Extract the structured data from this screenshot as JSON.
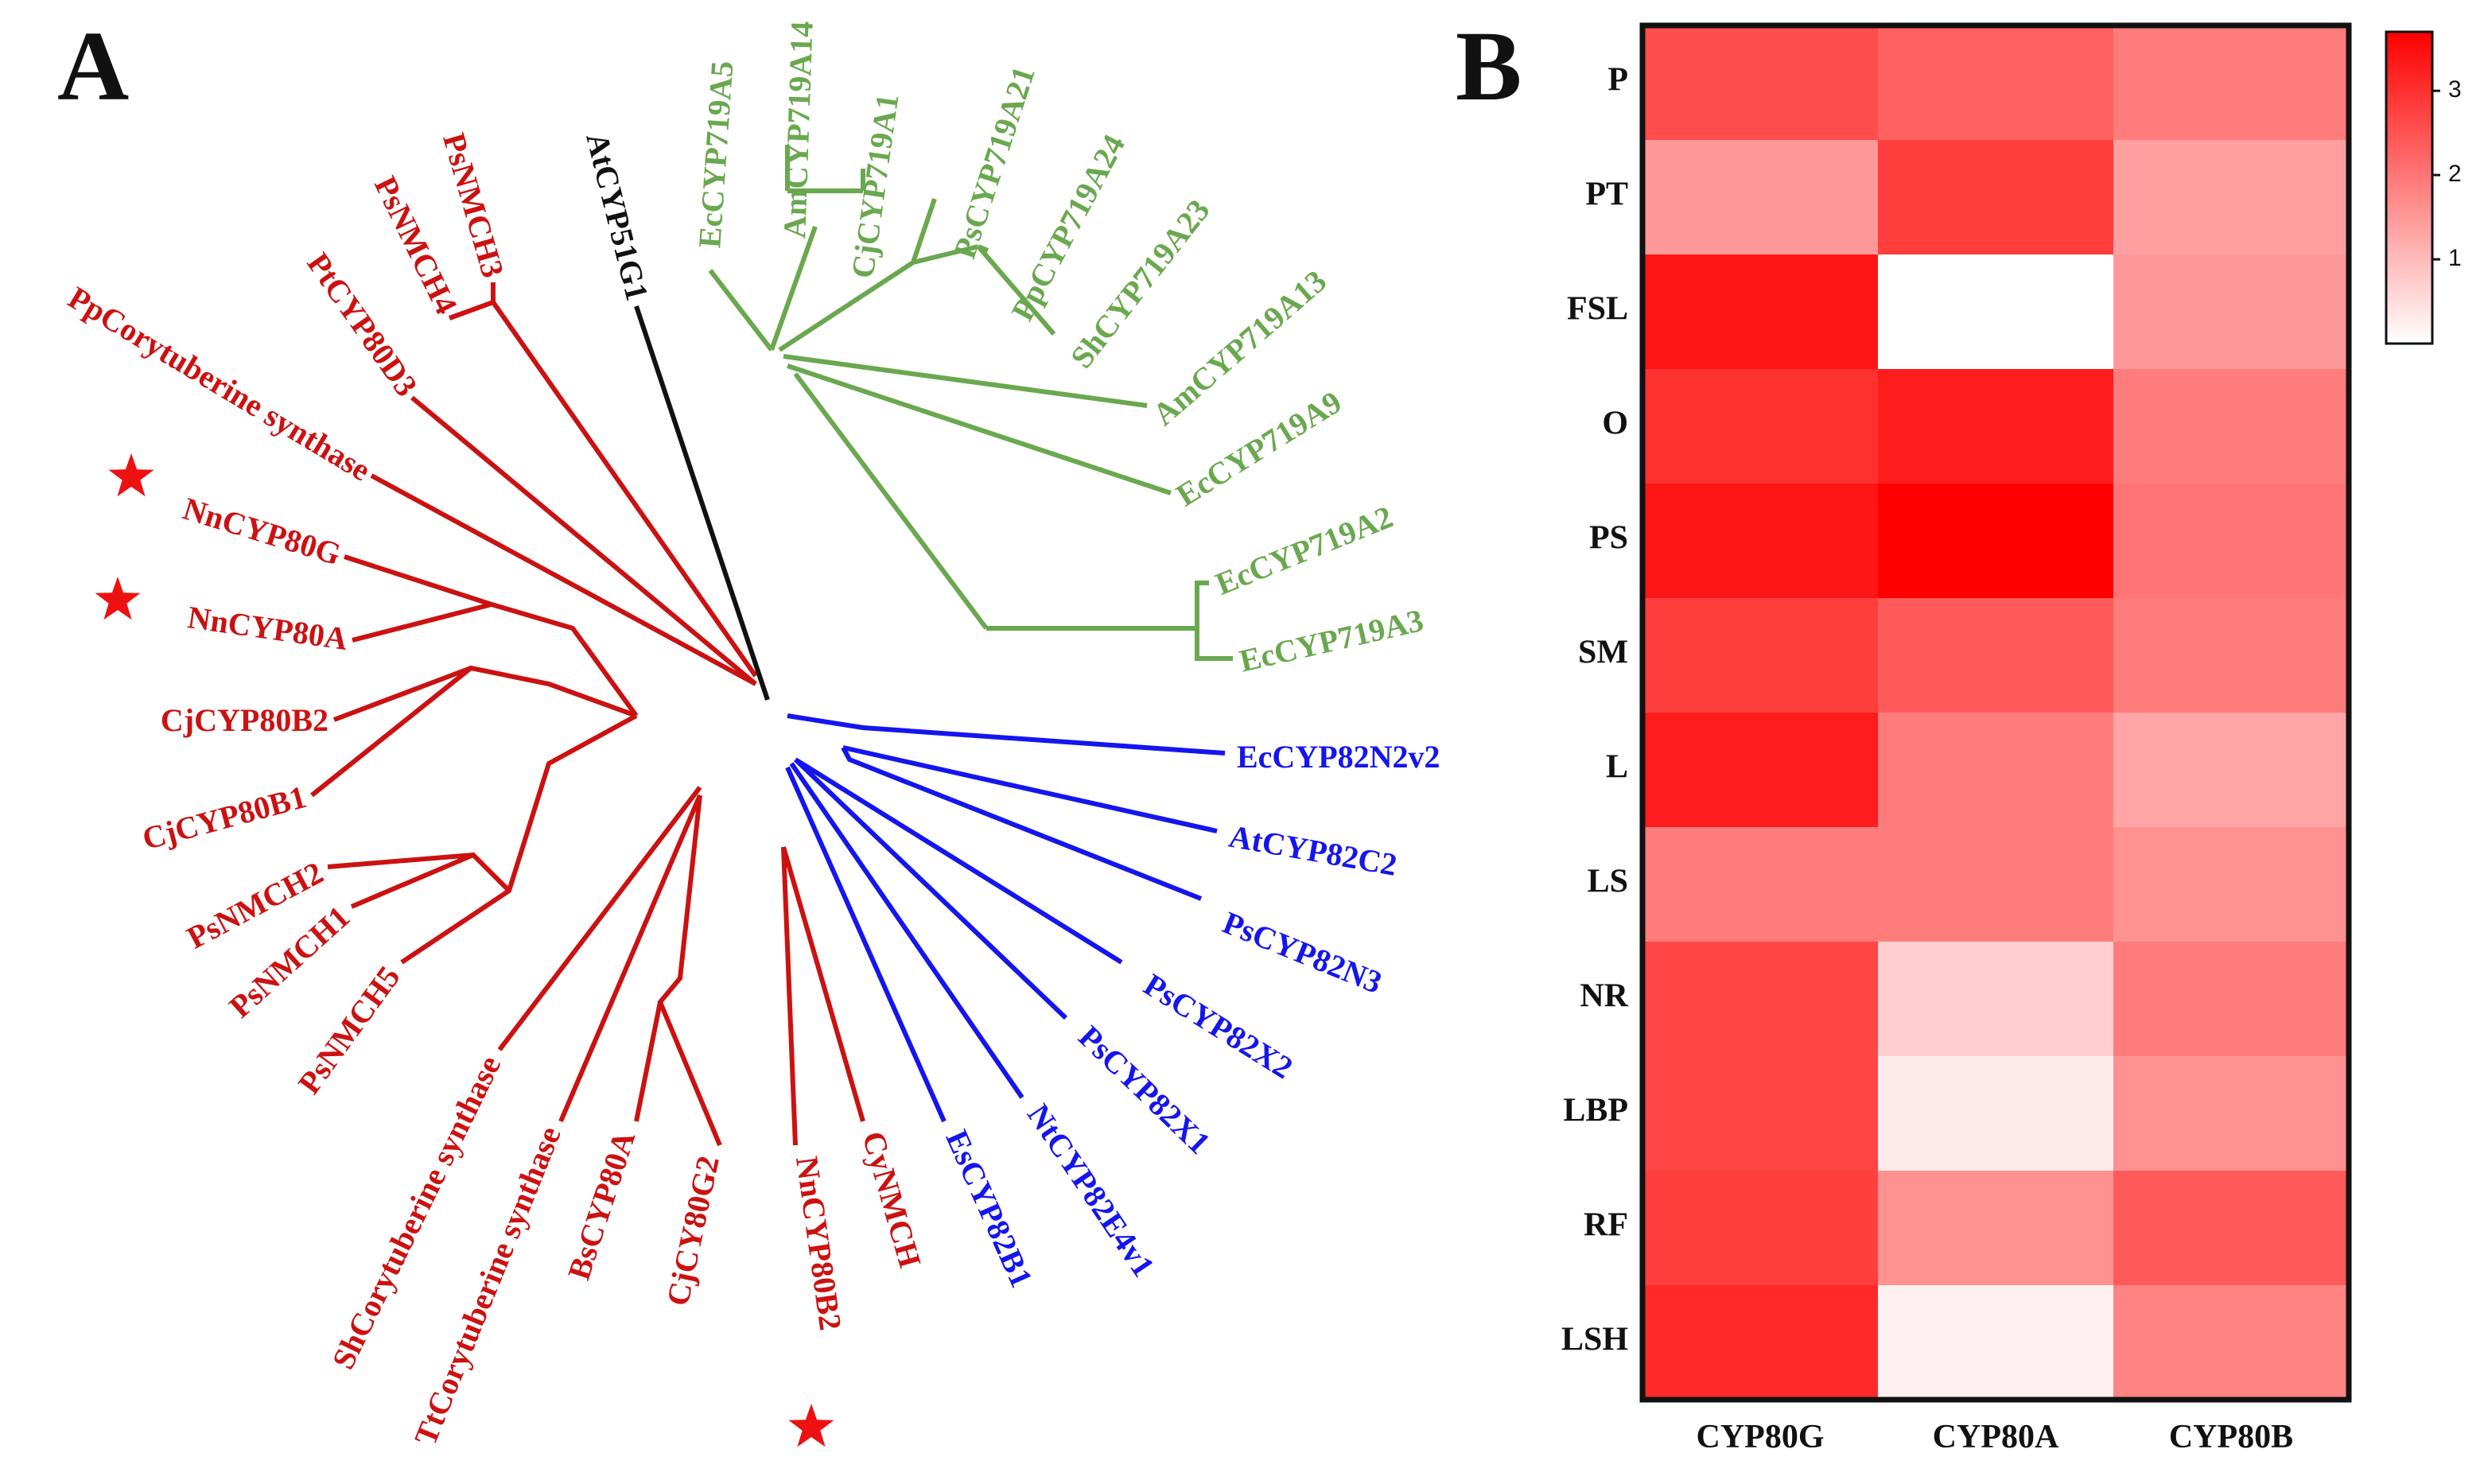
{
  "panel_a": {
    "letter": "A",
    "colors": {
      "green": "#6aa84f",
      "blue": "#1515ee",
      "red": "#cc1111",
      "black": "#111111"
    },
    "leaves": [
      {
        "id": "ec719a5",
        "label": "EcCYP719A5",
        "clade": "green"
      },
      {
        "id": "am719a14",
        "label": "AmCYP719A14",
        "clade": "green"
      },
      {
        "id": "cj719a1",
        "label": "CjCYP719A1",
        "clade": "green"
      },
      {
        "id": "ps719a21",
        "label": "PsCYP719A21",
        "clade": "green"
      },
      {
        "id": "pp719a24",
        "label": "PpCYP719A24",
        "clade": "green"
      },
      {
        "id": "sh719a23",
        "label": "ShCYP719A23",
        "clade": "green"
      },
      {
        "id": "am719a13",
        "label": "AmCYP719A13",
        "clade": "green"
      },
      {
        "id": "ec719a9",
        "label": "EcCYP719A9",
        "clade": "green"
      },
      {
        "id": "ec719a2",
        "label": "EcCYP719A2",
        "clade": "green"
      },
      {
        "id": "ec719a3",
        "label": "EcCYP719A3",
        "clade": "green"
      },
      {
        "id": "ec82n2v2",
        "label": "EcCYP82N2v2",
        "clade": "blue"
      },
      {
        "id": "at82c2",
        "label": "AtCYP82C2",
        "clade": "blue"
      },
      {
        "id": "ps82n3",
        "label": "PsCYP82N3",
        "clade": "blue"
      },
      {
        "id": "ps82x2",
        "label": "PsCYP82X2",
        "clade": "blue"
      },
      {
        "id": "ps82x1",
        "label": "PsCYP82X1",
        "clade": "blue"
      },
      {
        "id": "nt82e4v1",
        "label": "NtCYP82E4v1",
        "clade": "blue"
      },
      {
        "id": "es82b1",
        "label": "EsCYP82B1",
        "clade": "blue"
      },
      {
        "id": "cynmch",
        "label": "CyNMCH",
        "clade": "red"
      },
      {
        "id": "nn80b2",
        "label": "NnCYP80B2",
        "clade": "red"
      },
      {
        "id": "cj80g2",
        "label": "CjCY80G2",
        "clade": "red"
      },
      {
        "id": "bs80a",
        "label": "BsCYP80A",
        "clade": "red"
      },
      {
        "id": "ttcs",
        "label": "TtCorytuberine synthase",
        "clade": "red"
      },
      {
        "id": "shcs",
        "label": "ShCorytuberine synthase",
        "clade": "red"
      },
      {
        "id": "psnmch5",
        "label": "PsNMCH5",
        "clade": "red"
      },
      {
        "id": "psnmch1",
        "label": "PsNMCH1",
        "clade": "red"
      },
      {
        "id": "psnmch2",
        "label": "PsNMCH2",
        "clade": "red"
      },
      {
        "id": "cj80b1",
        "label": "CjCYP80B1",
        "clade": "red"
      },
      {
        "id": "cj80b2",
        "label": "CjCYP80B2",
        "clade": "red"
      },
      {
        "id": "nn80a",
        "label": "NnCYP80A",
        "clade": "red"
      },
      {
        "id": "nn80g",
        "label": "NnCYP80G",
        "clade": "red"
      },
      {
        "id": "ppcs",
        "label": "PpCorytuberine synthase",
        "clade": "red"
      },
      {
        "id": "pt80d3",
        "label": "PtCYP80D3",
        "clade": "red"
      },
      {
        "id": "psnmch4",
        "label": "PsNMCH4",
        "clade": "red"
      },
      {
        "id": "psnmch3",
        "label": "PsNMCH3",
        "clade": "red"
      },
      {
        "id": "at51g1",
        "label": "AtCYP51G1",
        "clade": "black"
      }
    ],
    "starred": [
      "nn80g",
      "nn80a",
      "nn80b2"
    ]
  },
  "panel_b": {
    "letter": "B",
    "chart_data": {
      "type": "heatmap",
      "columns": [
        "CYP80G",
        "CYP80A",
        "CYP80B"
      ],
      "rows": [
        "P",
        "PT",
        "FSL",
        "O",
        "PS",
        "SM",
        "L",
        "LS",
        "NR",
        "LBP",
        "RF",
        "LSH"
      ],
      "values": [
        [
          2.6,
          2.3,
          1.9
        ],
        [
          1.5,
          2.8,
          1.4
        ],
        [
          3.4,
          0.0,
          1.5
        ],
        [
          3.0,
          3.3,
          1.9
        ],
        [
          3.4,
          3.7,
          2.0
        ],
        [
          2.8,
          2.4,
          1.9
        ],
        [
          3.3,
          1.9,
          1.3
        ],
        [
          1.9,
          1.9,
          1.6
        ],
        [
          2.7,
          0.7,
          1.9
        ],
        [
          2.7,
          0.3,
          1.6
        ],
        [
          2.8,
          1.6,
          2.4
        ],
        [
          3.1,
          0.2,
          1.8
        ]
      ],
      "color_scale": {
        "min": 0,
        "max": 3.7,
        "low_color": "#ffffff",
        "high_color": "#ff0000"
      },
      "colorbar_ticks": [
        "1",
        "2",
        "3"
      ]
    }
  }
}
